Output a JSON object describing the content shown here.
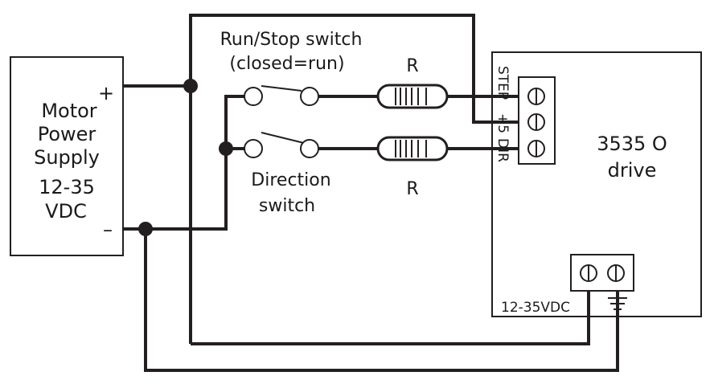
{
  "supply": {
    "line1": "Motor",
    "line2": "Power",
    "line3": "Supply",
    "line4": "12-35",
    "line5": "VDC",
    "plus": "+",
    "minus": "–"
  },
  "run_stop_switch": {
    "line1": "Run/Stop switch",
    "line2": "(closed=run)"
  },
  "direction_switch": {
    "line1": "Direction",
    "line2": "switch"
  },
  "resistor_top": {
    "label": "R"
  },
  "resistor_bottom": {
    "label": "R"
  },
  "drive": {
    "line1": "3535 O",
    "line2": "drive",
    "terminal_step": "STEP",
    "terminal_plus5": "+5",
    "terminal_dir": "DIR",
    "power_label": "12-35VDC"
  }
}
